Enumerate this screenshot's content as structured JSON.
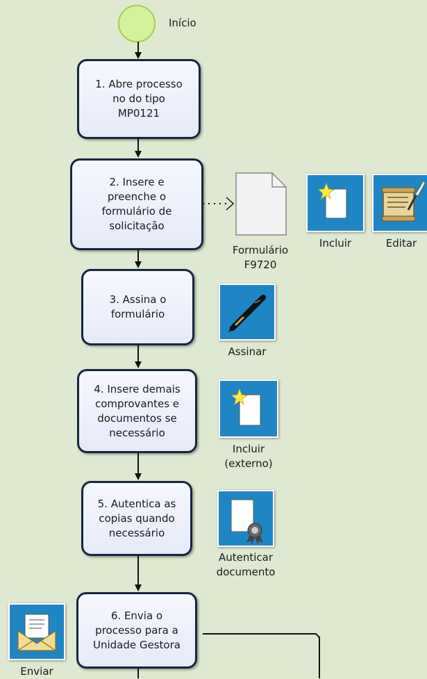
{
  "start": {
    "label": "Início"
  },
  "steps": [
    {
      "id": "step-1",
      "text": "1. Abre processo\nno  do tipo\nMP0121"
    },
    {
      "id": "step-2",
      "text": "2. Insere e\npreenche o\nformulário de\nsolicitação"
    },
    {
      "id": "step-3",
      "text": "3. Assina o\nformulário"
    },
    {
      "id": "step-4",
      "text": "4. Insere demais\ncomprovantes e\ndocumentos se\nnecessário"
    },
    {
      "id": "step-5",
      "text": "5. Autentica as\ncopias quando\nnecessário"
    },
    {
      "id": "step-6",
      "text": "6. Envia o\nprocesso  para a\nUnidade Gestora"
    }
  ],
  "artifact": {
    "label": "Formulário\nF9720"
  },
  "actions": {
    "incluir": "Incluir",
    "editar": "Editar",
    "assinar": "Assinar",
    "incluir_externo": "Incluir\n(externo)",
    "autenticar": "Autenticar\ndocumento",
    "enviar": "Enviar"
  },
  "colors": {
    "start_fill": "#d4f29a",
    "start_stroke": "#9fcf54",
    "tile": "#1f86c6",
    "box_border": "#16263f"
  }
}
